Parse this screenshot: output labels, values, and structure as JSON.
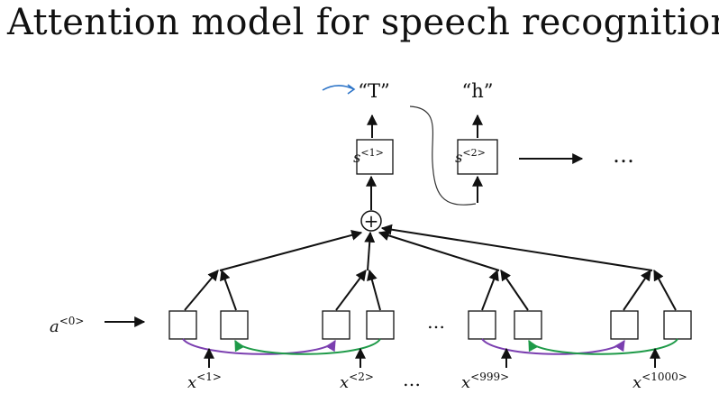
{
  "title": "Attention model for speech recognition",
  "outputs": {
    "y1": "“T”",
    "y2": "“h”",
    "continuation": "…"
  },
  "decoder": {
    "s1": {
      "base": "s",
      "sup": "<1>"
    },
    "s2": {
      "base": "s",
      "sup": "<2>"
    },
    "combine_symbol": "+"
  },
  "encoder": {
    "initial": {
      "base": "a",
      "sup": "<0>"
    },
    "gap_ellipsis": "…",
    "inputs": [
      {
        "base": "x",
        "sup": "<1>"
      },
      {
        "base": "x",
        "sup": "<2>"
      },
      {
        "base": "x",
        "sup": "<999>"
      },
      {
        "base": "x",
        "sup": "<1000>"
      }
    ],
    "input_ellipsis": "…"
  },
  "colors": {
    "forward_arrow": "#7b3fb0",
    "backward_arrow": "#1e9a48",
    "annotation": "#2e75c8",
    "ink": "#111111"
  }
}
